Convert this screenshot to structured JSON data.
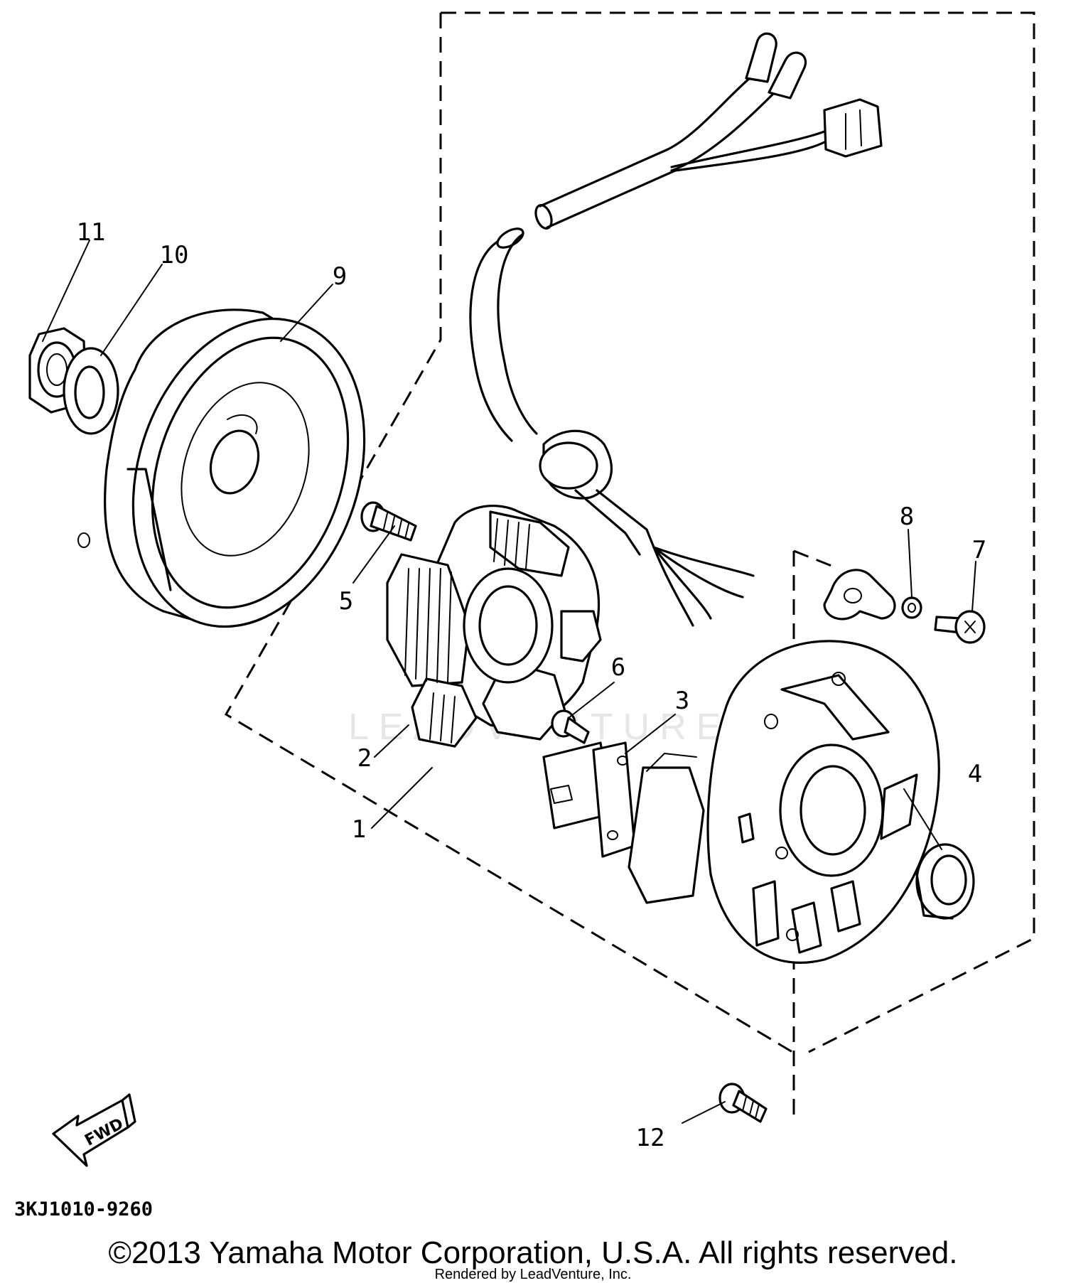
{
  "watermark": "LEADVENTURE",
  "fwd_label": "FWD",
  "diagram_code": "3KJ1010-9260",
  "callouts": {
    "c1": "1",
    "c2": "2",
    "c3": "3",
    "c4": "4",
    "c5": "5",
    "c6": "6",
    "c7": "7",
    "c8": "8",
    "c9": "9",
    "c10": "10",
    "c11": "11",
    "c12": "12"
  },
  "copyright": "©2013 Yamaha Motor Corporation, U.S.A. All rights reserved.",
  "rendered_by": "Rendered by LeadVenture, Inc."
}
